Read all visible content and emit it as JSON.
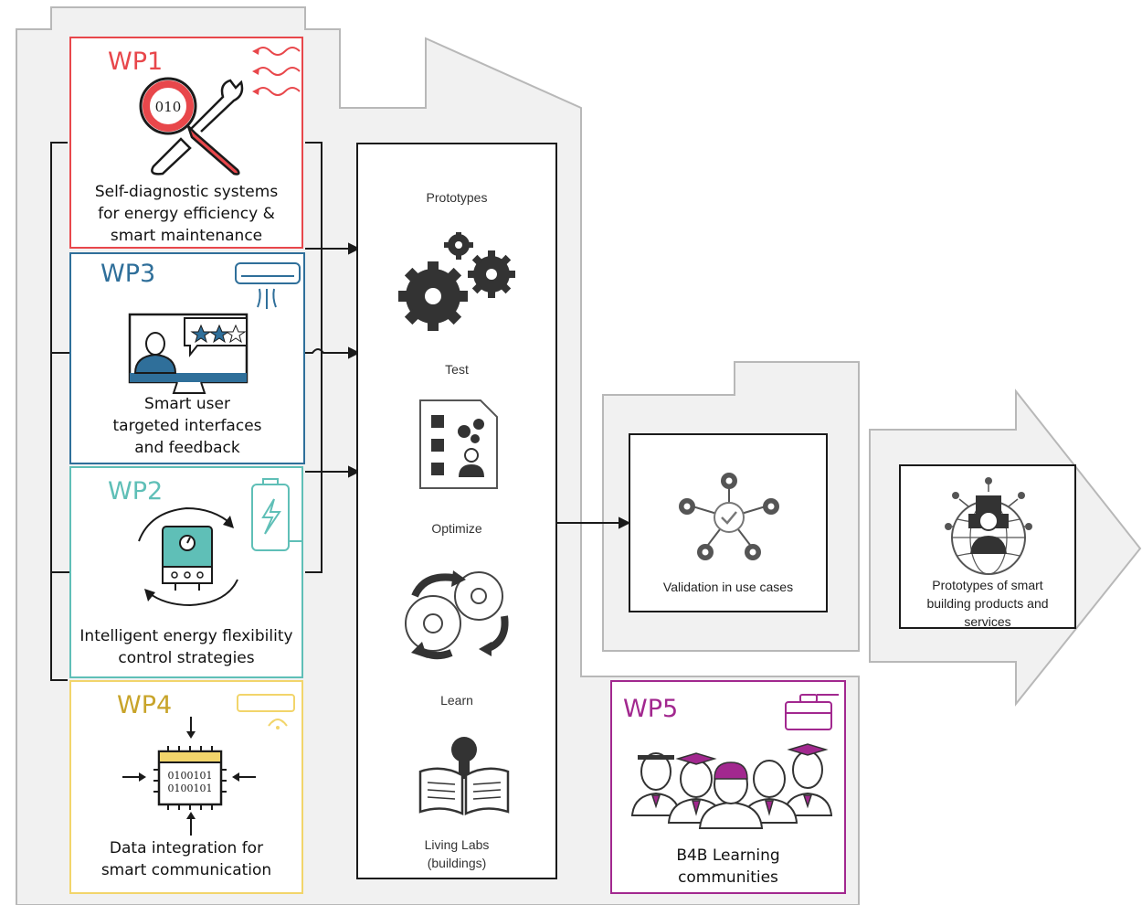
{
  "colors": {
    "wp1": "#e8474b",
    "wp3": "#2f6f9a",
    "wp2": "#5fbfb7",
    "wp4": "#f2d56b",
    "wp5": "#a2288f",
    "panel": "#f1f1f1",
    "line": "#1a1a1a"
  },
  "work_packages": {
    "wp1": {
      "title": "WP1",
      "description": "Self-diagnostic systems\nfor energy efficiency &\nsmart maintenance",
      "icon": "magnifier-wrench-icon",
      "corner_icon": "heat-waves-icon"
    },
    "wp3": {
      "title": "WP3",
      "description": "Smart user\ntargeted interfaces\nand feedback",
      "icon": "user-rating-monitor-icon",
      "corner_icon": "air-conditioner-icon"
    },
    "wp2": {
      "title": "WP2",
      "description": "Intelligent energy flexibility\ncontrol strategies",
      "icon": "energy-controller-cycle-icon",
      "corner_icon": "battery-icon"
    },
    "wp4": {
      "title": "WP4",
      "description": "Data integration for\nsmart communication",
      "icon": "data-chip-icon",
      "corner_icon": "wireless-device-icon"
    },
    "wp5": {
      "title": "WP5",
      "description": "B4B Learning\ncommunities",
      "icon": "people-group-icon",
      "corner_icon": "briefcase-icon"
    }
  },
  "process": {
    "steps": [
      {
        "label": "Prototypes",
        "icon": "gears-icon"
      },
      {
        "label": "Test",
        "icon": "checklist-icon"
      },
      {
        "label": "Optimize",
        "icon": "cycle-gears-icon"
      },
      {
        "label": "Learn",
        "icon": "book-bulb-icon"
      }
    ],
    "footer": "Living Labs\n(buildings)"
  },
  "validation": {
    "label": "Validation in use cases",
    "icon": "gear-network-icon"
  },
  "outcome": {
    "label": "Prototypes of smart\nbuilding products and\nservices",
    "icon": "globe-person-icon"
  }
}
